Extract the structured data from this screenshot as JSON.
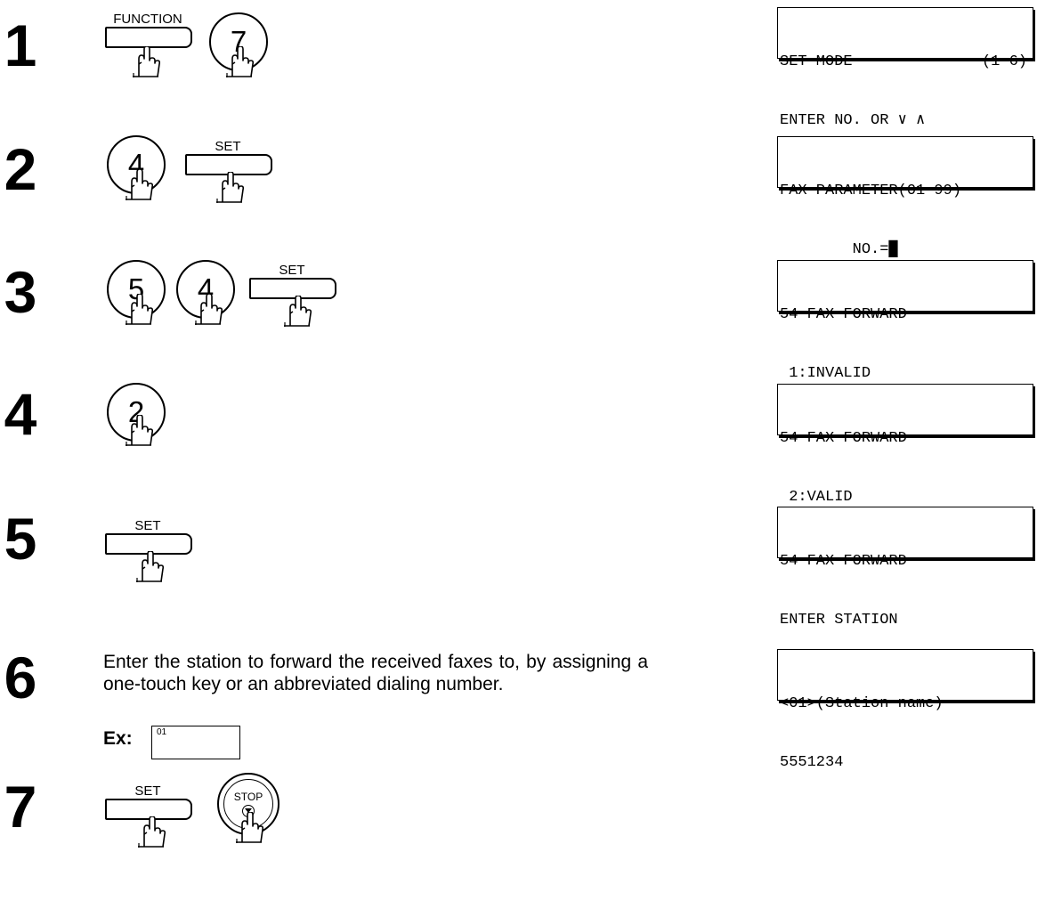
{
  "steps": [
    {
      "number": "1"
    },
    {
      "number": "2"
    },
    {
      "number": "3"
    },
    {
      "number": "4"
    },
    {
      "number": "5"
    },
    {
      "number": "6"
    },
    {
      "number": "7"
    }
  ],
  "keys": {
    "function_label": "FUNCTION",
    "set_label": "SET",
    "stop_label": "STOP",
    "digit_7": "7",
    "digit_4": "4",
    "digit_5": "5",
    "digit_2": "2"
  },
  "displays": {
    "d1": {
      "line1_left": "SET MODE",
      "line1_right": "(1-6)",
      "line2": "ENTER NO. OR ∨ ∧"
    },
    "d2": {
      "line1": "FAX PARAMETER(01-99)",
      "line2": "        NO.=█"
    },
    "d3": {
      "line1": "54 FAX FORWARD",
      "line2": " 1:INVALID"
    },
    "d4": {
      "line1": "54 FAX FORWARD",
      "line2": " 2:VALID"
    },
    "d5": {
      "line1": "54 FAX FORWARD",
      "line2": "ENTER STATION"
    },
    "d6": {
      "line1": "<01>(Station name)",
      "line2": "5551234"
    }
  },
  "step6": {
    "instruction": "Enter the station to forward the received faxes to, by assigning a one-touch key or an abbreviated dialing number.",
    "example_label": "Ex:",
    "example_key": "01"
  }
}
